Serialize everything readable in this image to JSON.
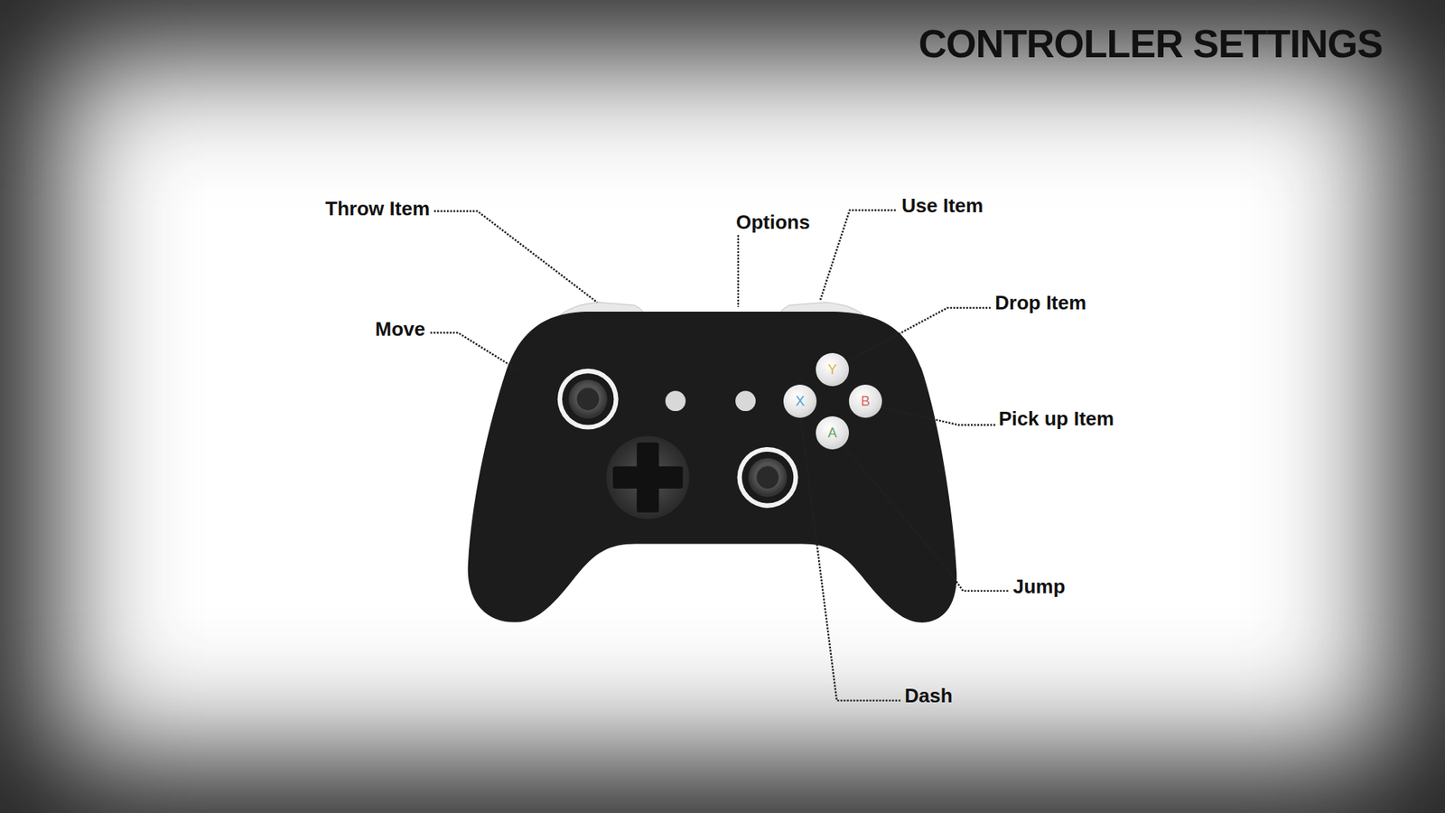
{
  "diagram": {
    "title": "CONTROLLER SETTINGS",
    "nodes": [
      {
        "text": [
          "Y"
        ]
      },
      {
        "text": [
          "X"
        ]
      },
      {
        "text": [
          "B"
        ]
      },
      {
        "text": [
          "A"
        ]
      }
    ],
    "labels": [
      "Throw Item",
      "Options",
      "Use Item",
      "Move",
      "Drop Item",
      "Pick up Item",
      "Jump",
      "Dash"
    ]
  }
}
